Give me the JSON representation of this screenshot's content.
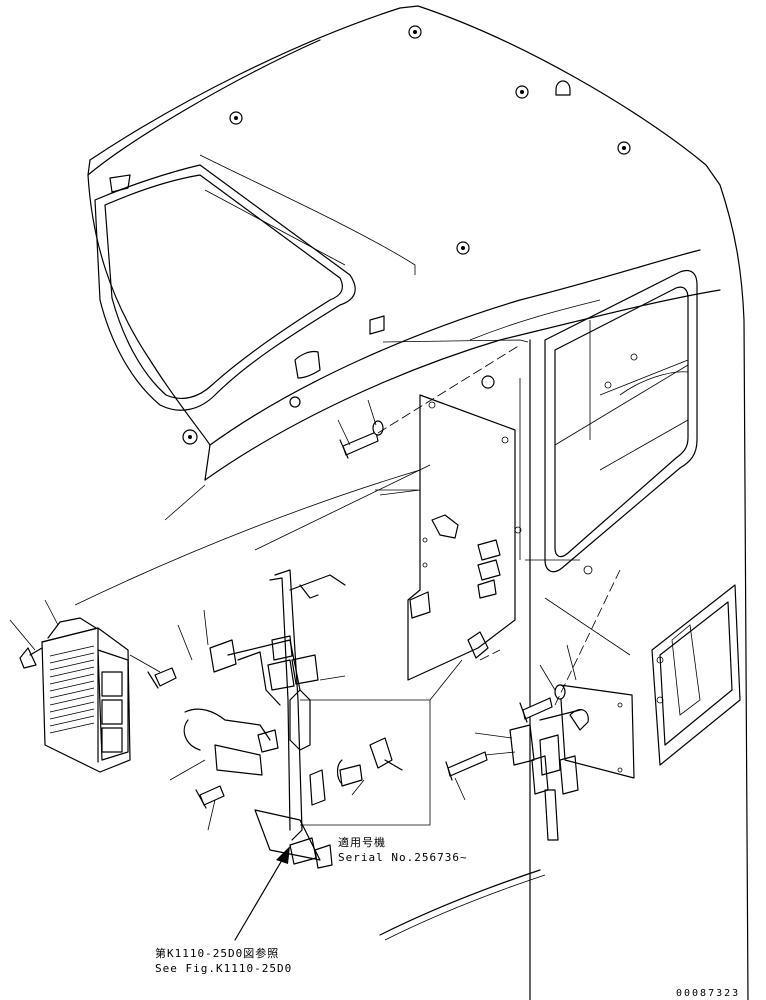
{
  "notes": {
    "applicable_model": "適用号機",
    "serial": "Serial No.256736~"
  },
  "reference": {
    "jp": "第K1110-25D0図参照",
    "en": "See Fig.K1110-25D0"
  },
  "drawing_number": "00087323"
}
